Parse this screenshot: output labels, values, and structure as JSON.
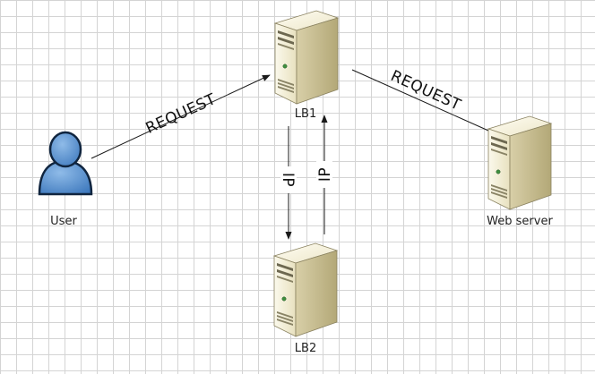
{
  "nodes": {
    "user": {
      "label": "User"
    },
    "lb1": {
      "label": "LB1"
    },
    "lb2": {
      "label": "LB2"
    },
    "web_server": {
      "label": "Web server"
    }
  },
  "edges": {
    "user_to_lb1": {
      "label": "REQUEST"
    },
    "lb1_to_web": {
      "label": "REQUEST"
    },
    "lb1_to_lb2": {
      "label": "IP"
    },
    "lb2_to_lb1": {
      "label": "IP"
    }
  },
  "colors": {
    "grid": "#d4d4d4",
    "user_body": "#4f8ed1",
    "server_front": "#f4f0d8",
    "server_side": "#c9bf96",
    "line": "#1a1a1a"
  },
  "icons": {
    "user": "user-icon",
    "server": "server-icon"
  }
}
